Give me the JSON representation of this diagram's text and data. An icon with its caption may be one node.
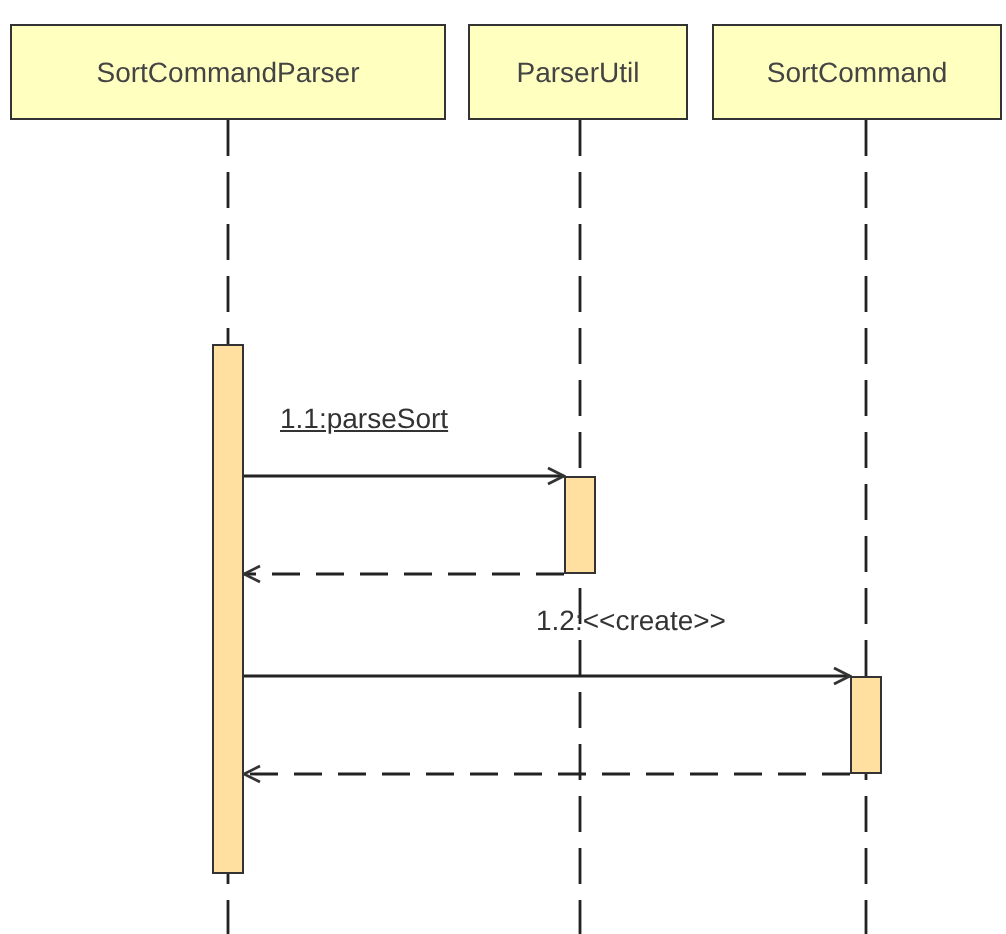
{
  "diagram": {
    "nodes": [
      {
        "text": [
          "SortCommandParser"
        ]
      },
      {
        "text": [
          "ParserUtil"
        ]
      },
      {
        "text": [
          "SortCommand"
        ]
      },
      {
        "text": [],
        "shape": "bar"
      },
      {
        "text": [],
        "shape": "bar"
      },
      {
        "text": [],
        "shape": "bar"
      }
    ],
    "edges": [
      {
        "from": 3,
        "to": 4,
        "arrow": "to",
        "label": "1.1:parseSort"
      },
      {
        "from": 4,
        "to": 3,
        "arrow": "to",
        "style": "dashed"
      },
      {
        "from": 3,
        "to": 5,
        "arrow": "to",
        "label": "1.2:<<create>>"
      },
      {
        "from": 5,
        "to": 3,
        "arrow": "to",
        "style": "dashed"
      }
    ]
  }
}
